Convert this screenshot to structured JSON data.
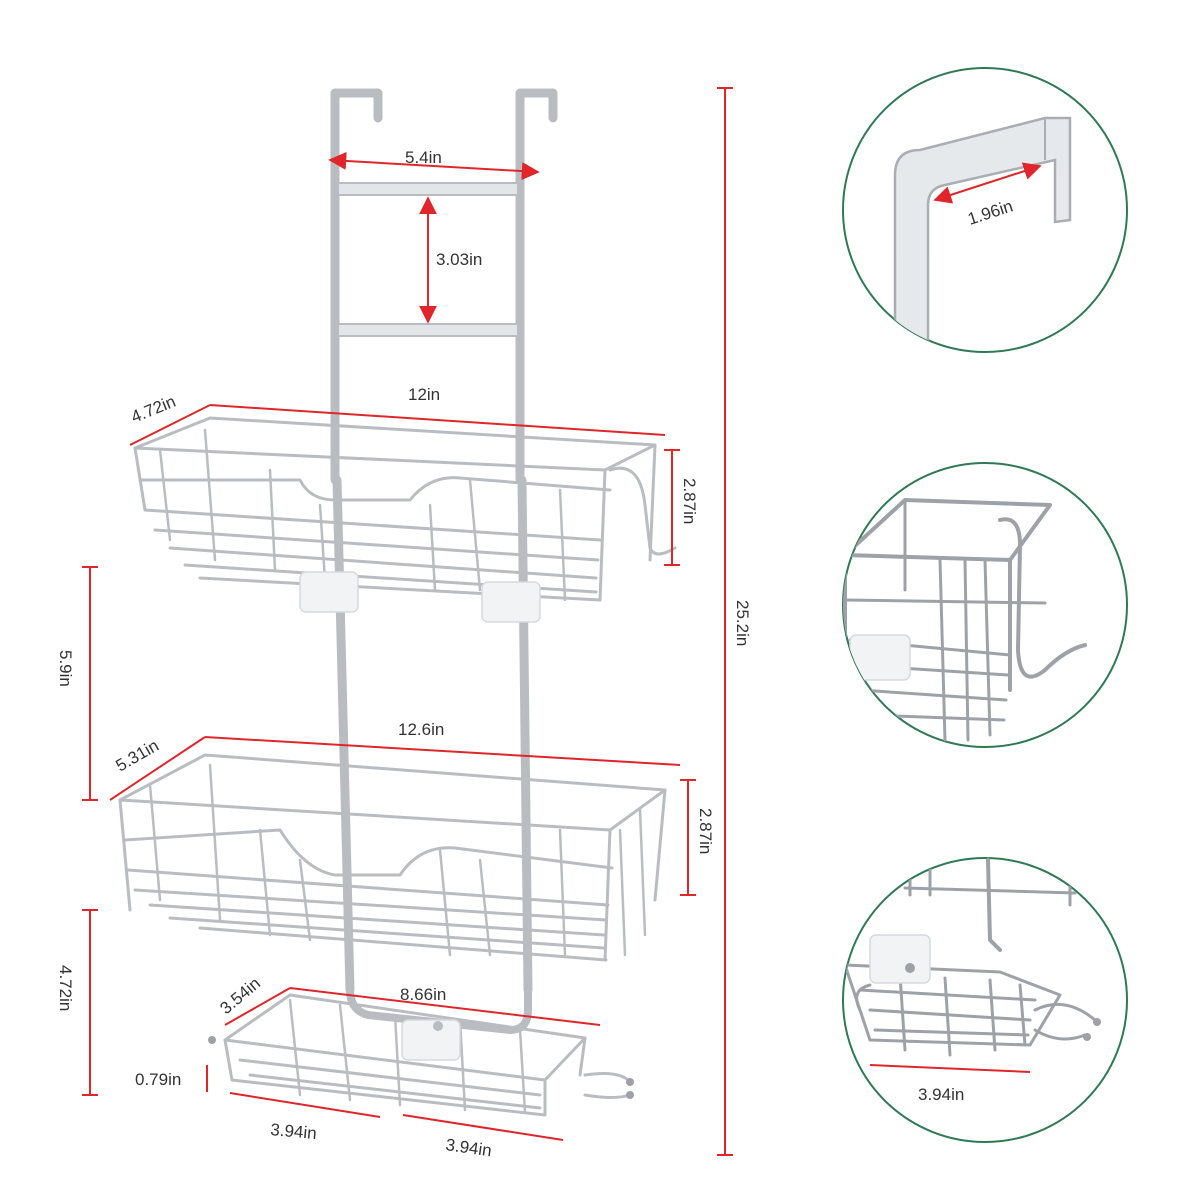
{
  "colors": {
    "metal": "#b9bdc2",
    "dimension_line": "#e0262a",
    "circle_border": "#2f7a55",
    "text": "#333333",
    "background": "#ffffff"
  },
  "main_view": {
    "hook_gap_label": "5.4in",
    "rung_spacing_label": "3.03in",
    "overall_height_label": "25.2in",
    "top_basket": {
      "width_label": "12in",
      "depth_label": "4.72in",
      "height_label": "2.87in"
    },
    "basket_spacing_upper_label": "5.9in",
    "middle_basket": {
      "width_label": "12.6in",
      "depth_label": "5.31in",
      "height_label": "2.87in"
    },
    "basket_spacing_lower_label": "4.72in",
    "soap_tray": {
      "width_label": "8.66in",
      "depth_label": "3.54in",
      "lip_height_label": "0.79in",
      "left_compartment_label": "3.94in",
      "right_compartment_label": "3.94in"
    }
  },
  "detail_views": [
    {
      "label": "1.96in"
    },
    {
      "label": ""
    },
    {
      "label": "3.94in"
    }
  ]
}
